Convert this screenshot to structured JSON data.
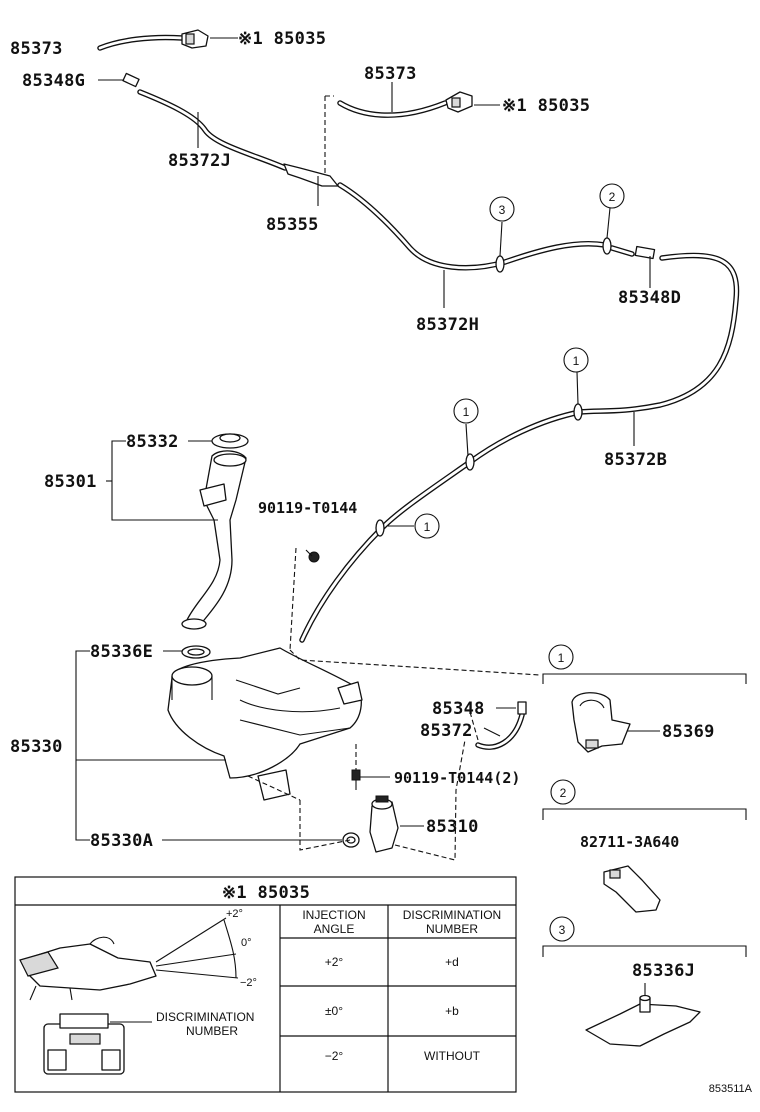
{
  "labels": {
    "l_85373_top": "85373",
    "l_85035_top": "※1 85035",
    "l_85348g": "85348G",
    "l_85373_mid": "85373",
    "l_85035_mid": "※1 85035",
    "l_85372j": "85372J",
    "l_85355": "85355",
    "l_85372h": "85372H",
    "l_85348d": "85348D",
    "l_85372b": "85372B",
    "l_85332": "85332",
    "l_85301": "85301",
    "l_90119_a": "90119-T0144",
    "l_85336e": "85336E",
    "l_85330": "85330",
    "l_85348": "85348",
    "l_85372": "85372",
    "l_90119_b": "90119-T0144(2)",
    "l_85310": "85310",
    "l_85330a": "85330A",
    "l_85369": "85369",
    "l_82711": "82711-3A640",
    "l_85336j": "85336J",
    "l_figure_code": "853511A"
  },
  "callouts": {
    "c1": "1",
    "c2": "2",
    "c3": "3"
  },
  "table": {
    "title": "※1 85035",
    "col_angle": [
      "INJECTION",
      "ANGLE"
    ],
    "col_number": [
      "DISCRIMINATION",
      "NUMBER"
    ],
    "rows": [
      {
        "angle": "+2°",
        "number": "+d"
      },
      {
        "angle": "±0°",
        "number": "+b"
      },
      {
        "angle": "−2°",
        "number": "WITHOUT"
      }
    ],
    "figure_angles": [
      "+2°",
      "0°",
      "−2°"
    ],
    "figure_caption": [
      "DISCRIMINATION",
      "NUMBER"
    ]
  }
}
